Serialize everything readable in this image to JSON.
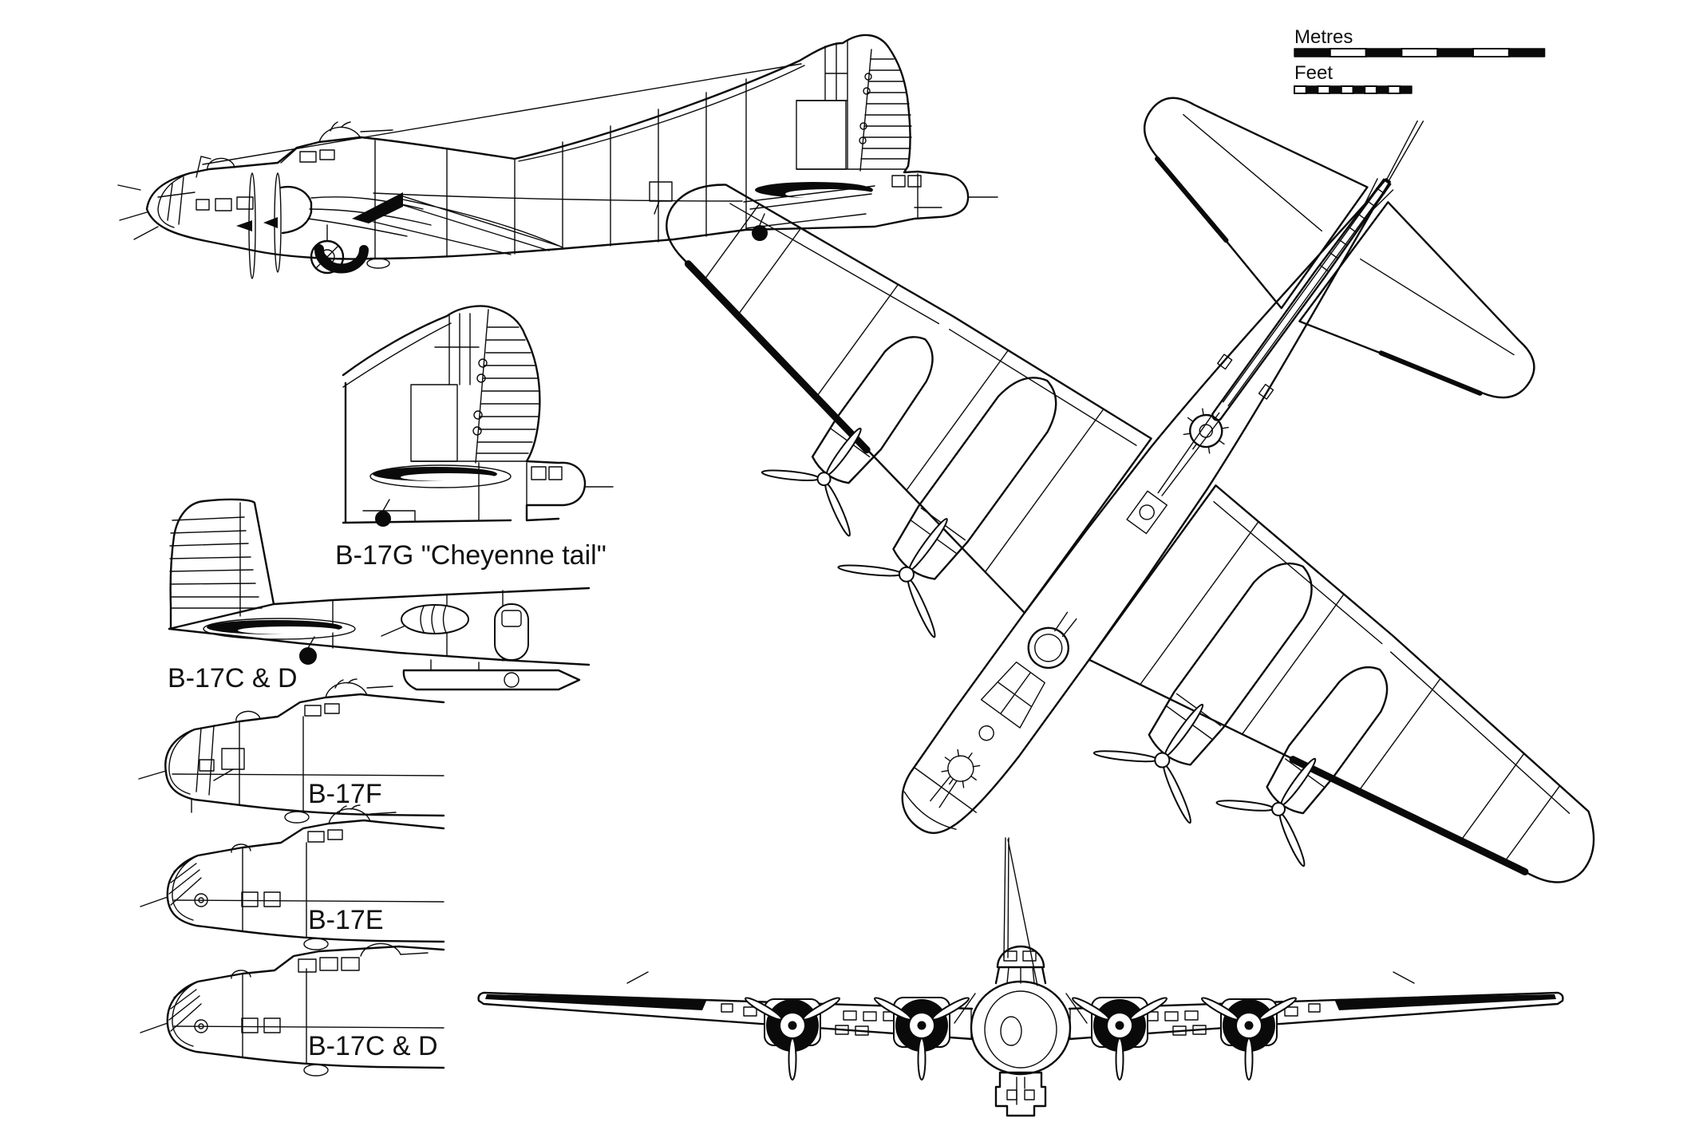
{
  "diagram": {
    "kind": "aircraft three-view line drawing",
    "background_color": "#ffffff",
    "ink_color": "#0a0a0a",
    "views": [
      "side-profile",
      "plan-top-view",
      "front-view",
      "tail-detail-cheyenne",
      "tail-detail-early",
      "nose-profile-f",
      "nose-profile-e",
      "nose-profile-cd"
    ]
  },
  "scale_bar": {
    "metres_label": "Metres",
    "feet_label": "Feet",
    "metres_segments": 7,
    "feet_segments": 10
  },
  "labels": {
    "cheyenne_tail": "B-17G \"Cheyenne tail\"",
    "tail_cd": "B-17C & D",
    "nose_f": "B-17F",
    "nose_e": "B-17E",
    "nose_cd": "B-17C & D"
  }
}
